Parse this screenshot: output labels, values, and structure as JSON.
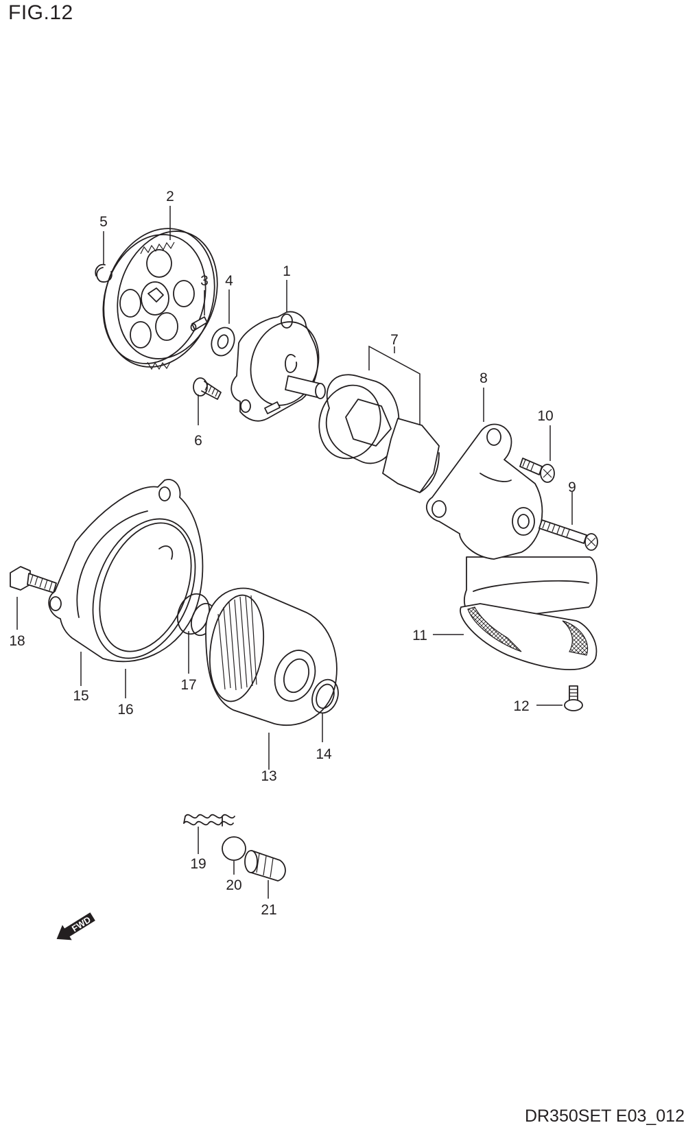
{
  "figure": {
    "title": "FIG.12",
    "catalog_code": "DR350SET E03_012",
    "direction_marker": "FWD",
    "callouts": [
      "1",
      "2",
      "3",
      "4",
      "5",
      "6",
      "7",
      "8",
      "9",
      "10",
      "11",
      "12",
      "13",
      "14",
      "15",
      "16",
      "17",
      "18",
      "19",
      "20",
      "21"
    ]
  }
}
